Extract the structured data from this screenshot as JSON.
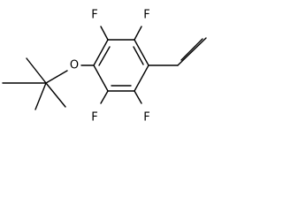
{
  "molecule": {
    "atoms": {
      "f_top_left": "F",
      "f_top_right": "F",
      "f_bottom_left": "F",
      "f_bottom_right": "F",
      "oxygen": "O"
    }
  }
}
